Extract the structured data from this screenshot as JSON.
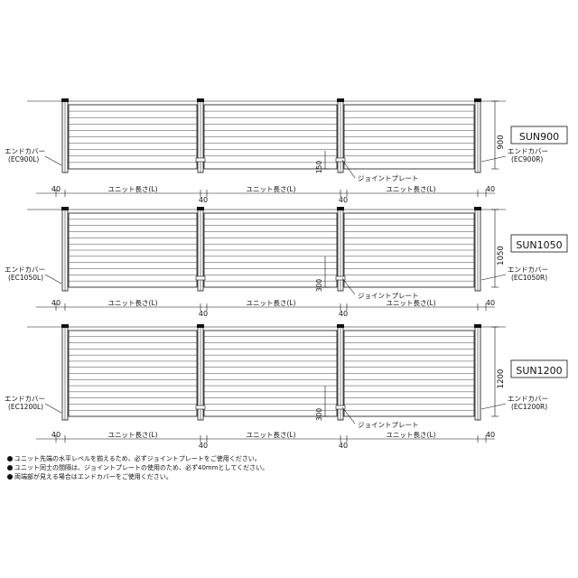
{
  "rows": [
    {
      "model": "SUN900",
      "height_label": "900",
      "joint_label": "150",
      "end_cover_left": [
        "エンドカバー",
        "(EC900L)"
      ],
      "end_cover_right": [
        "エンドカバー",
        "(EC900R)"
      ],
      "joint_plate": "ジョイントプレート",
      "gap": "40",
      "unit_length": "ユニット長さ(L)"
    },
    {
      "model": "SUN1050",
      "height_label": "1050",
      "joint_label": "300",
      "end_cover_left": [
        "エンドカバー",
        "(EC1050L)"
      ],
      "end_cover_right": [
        "エンドカバー",
        "(EC1050R)"
      ],
      "joint_plate": "ジョイントプレート",
      "gap": "40",
      "unit_length": "ユニット長さ(L)"
    },
    {
      "model": "SUN1200",
      "height_label": "1200",
      "joint_label": "300",
      "end_cover_left": [
        "エンドカバー",
        "(EC1200L)"
      ],
      "end_cover_right": [
        "エンドカバー",
        "(EC1200R)"
      ],
      "joint_plate": "ジョイントプレート",
      "gap": "40",
      "unit_length": "ユニット長さ(L)"
    }
  ],
  "notes": [
    "ユニット先端の水平レベルを揃えるため、必ずジョイントプレートをご使用ください。",
    "ユニット同士の間隔は、ジョイントプレートの使用のため、必ず40mmとしてください。",
    "両端部が見える場合はエンドカバーをご使用ください。"
  ],
  "colors": {
    "line": "#111111",
    "slat": "#444444"
  }
}
